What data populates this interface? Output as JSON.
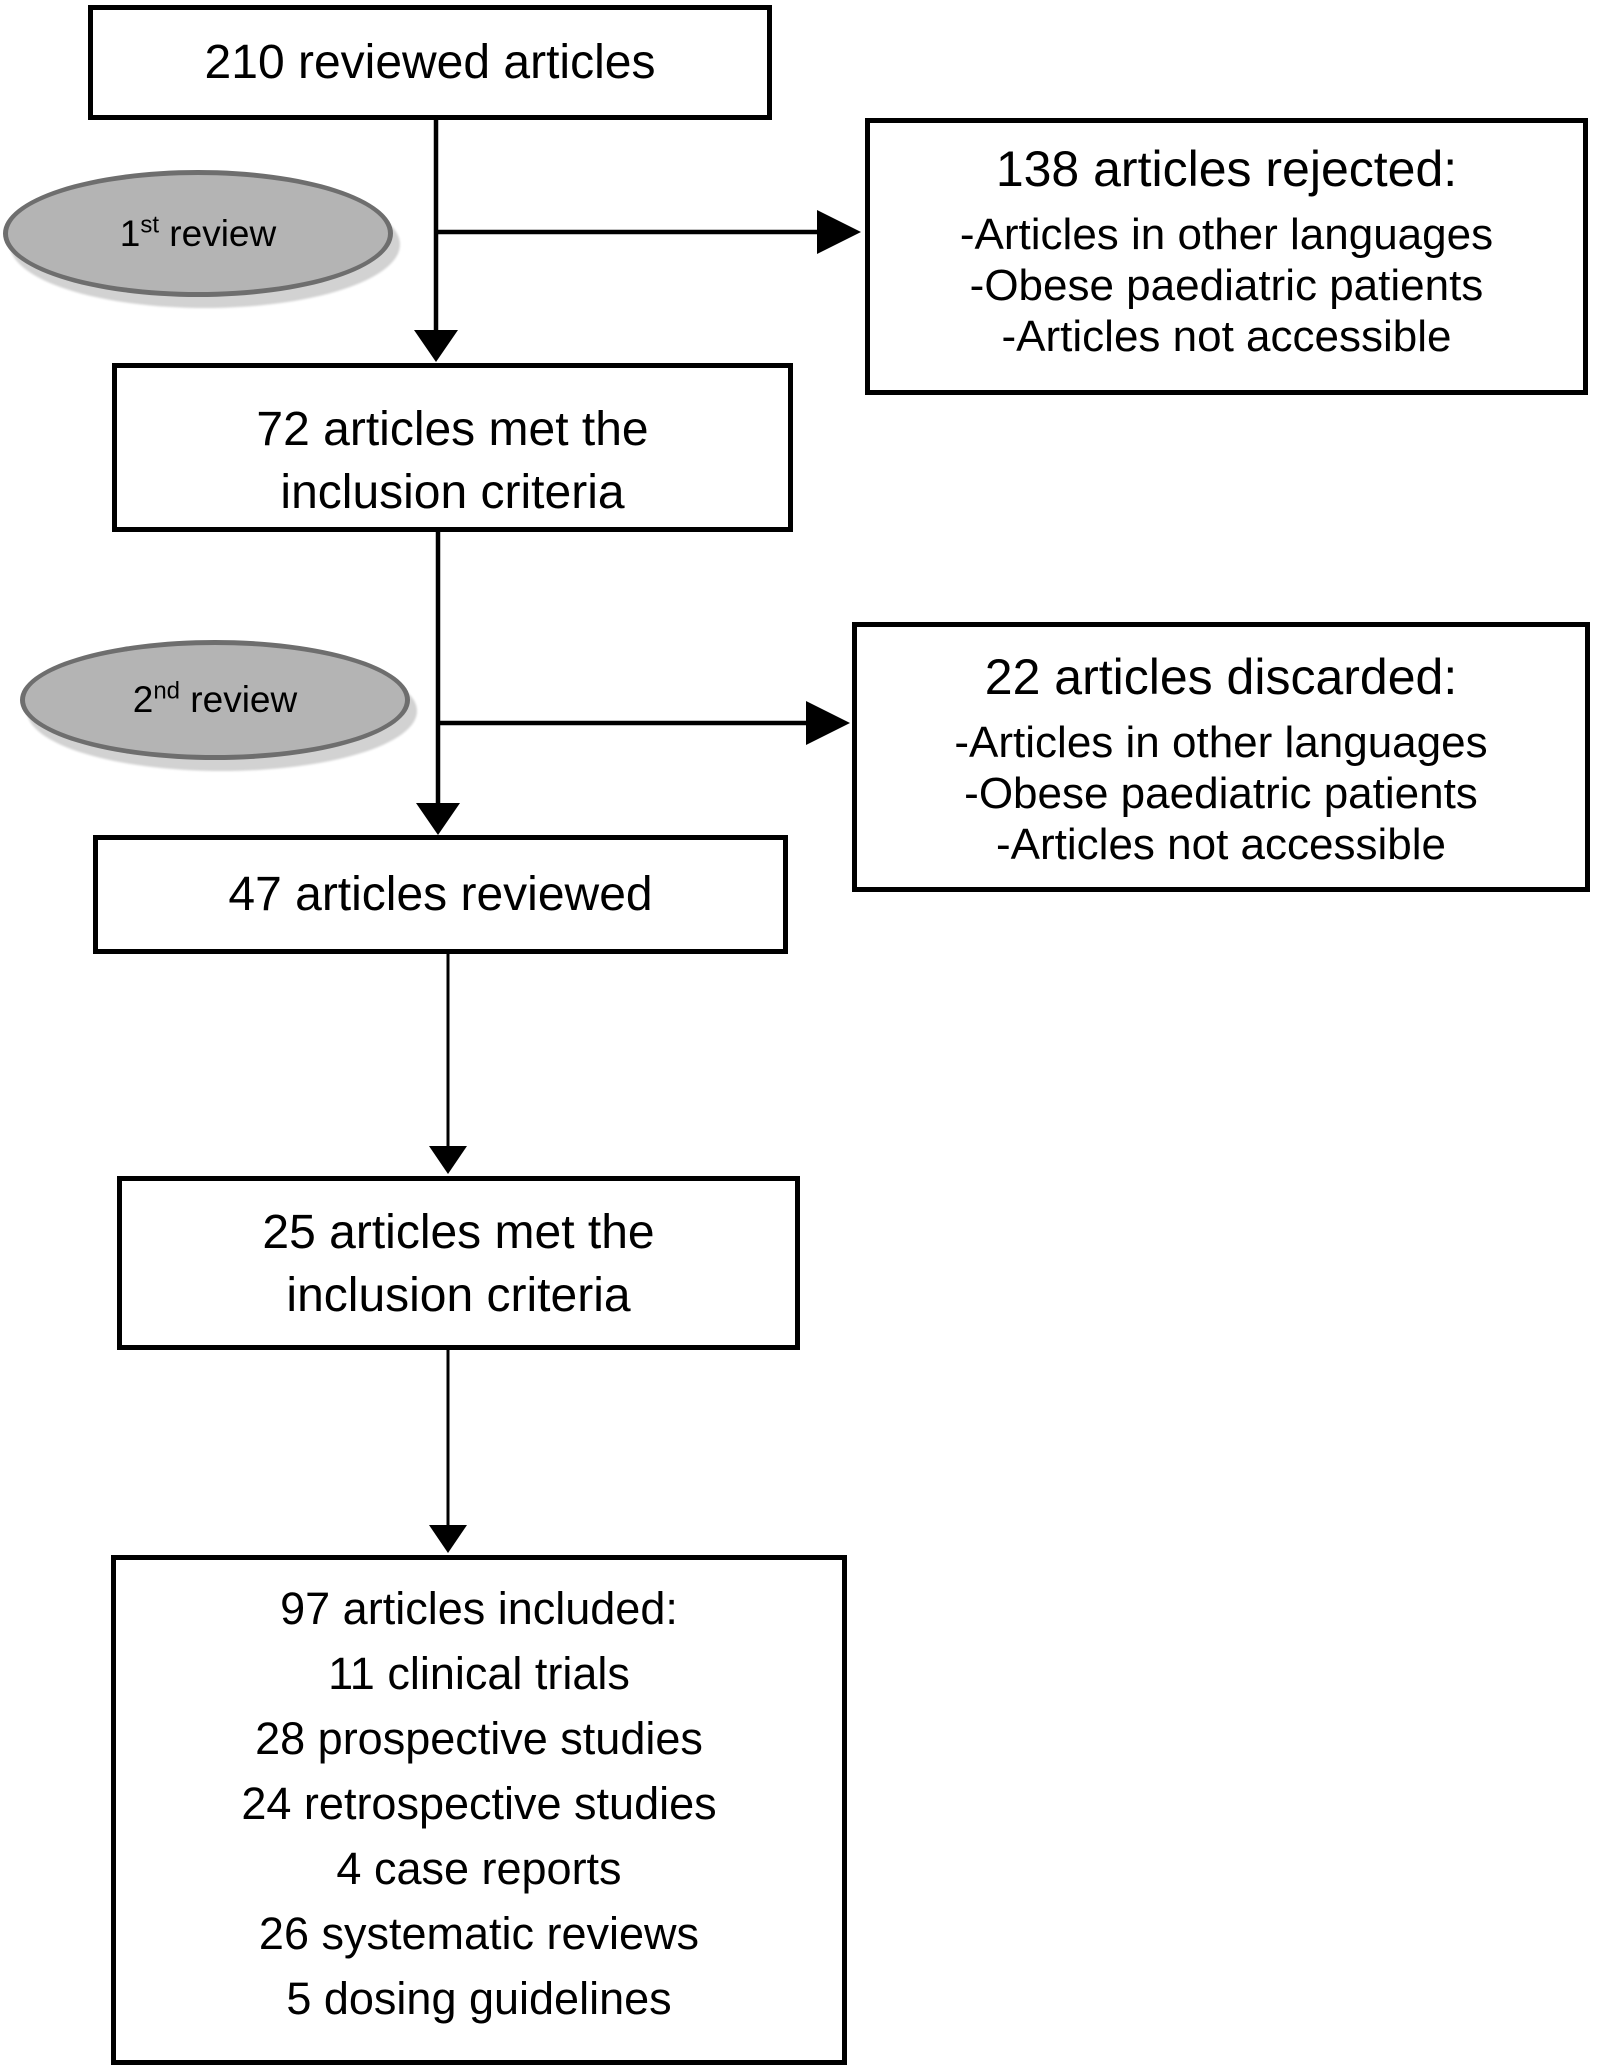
{
  "flowchart": {
    "box_210": {
      "text": "210 reviewed articles"
    },
    "box_rejected": {
      "title": "138 articles rejected:",
      "items": [
        "-Articles in other languages",
        "-Obese paediatric patients",
        "-Articles not accessible"
      ]
    },
    "box_72": {
      "lines": [
        "72 articles met the",
        "inclusion criteria"
      ]
    },
    "box_discarded": {
      "title": "22 articles discarded:",
      "items": [
        "-Articles in other languages",
        "-Obese paediatric patients",
        "-Articles not accessible"
      ]
    },
    "box_47": {
      "text": "47 articles reviewed"
    },
    "box_25": {
      "lines": [
        "25 articles met the",
        "inclusion criteria"
      ]
    },
    "box_included": {
      "title": "97 articles included:",
      "items": [
        "11 clinical trials",
        "28 prospective studies",
        "24 retrospective studies",
        "4 case reports",
        "26 systematic reviews",
        "5 dosing guidelines"
      ]
    },
    "ellipses": {
      "first": {
        "num": "1",
        "sup": "st",
        "rest": " review"
      },
      "second": {
        "num": "2",
        "sup": "nd",
        "rest": " review"
      }
    },
    "colors": {
      "background": "#ffffff",
      "box_border": "#000000",
      "text": "#000000",
      "arrow": "#000000",
      "ellipse_fill": "#b4b4b4",
      "ellipse_border": "#6e6e6e",
      "ellipse_shadow": "#d2d2d2"
    }
  }
}
